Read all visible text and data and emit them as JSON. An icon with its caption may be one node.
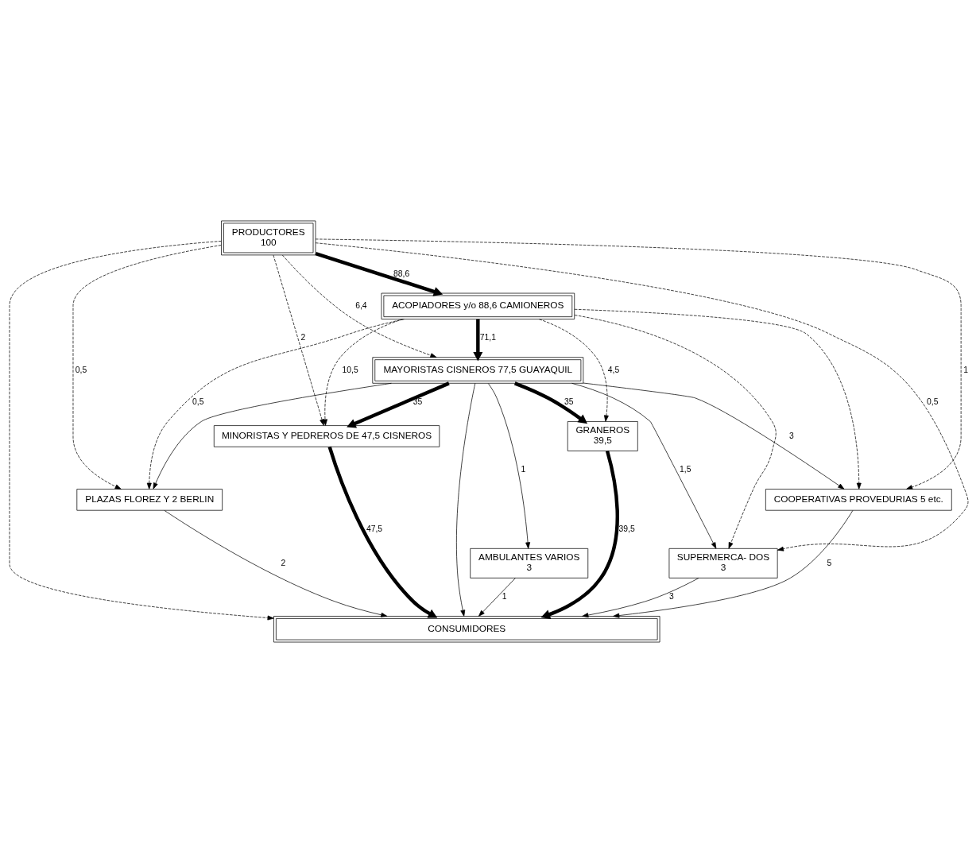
{
  "diagram": {
    "nodes": [
      {
        "text": [
          "PRODUCTORES",
          "100"
        ]
      },
      {
        "text": [
          "ACOPIADORES y/o 88,6 CAMIONEROS"
        ]
      },
      {
        "text": [
          "MAYORISTAS CISNEROS 77,5 GUAYAQUIL"
        ]
      },
      {
        "text": [
          "GRANEROS",
          "39,5"
        ]
      },
      {
        "text": [
          "MINORISTAS Y PEDREROS DE 47,5 CISNEROS"
        ]
      },
      {
        "text": [
          "COOPERATIVAS PROVEDURIAS 5 etc."
        ]
      },
      {
        "text": [
          "PLAZAS FLOREZ Y 2 BERLIN"
        ]
      },
      {
        "text": [
          "SUPERMERCA- DOS",
          "3"
        ]
      },
      {
        "text": [
          "AMBULANTES VARIOS",
          "3"
        ]
      },
      {
        "text": [
          "CONSUMIDORES"
        ]
      }
    ],
    "edges": [
      {
        "from": 0,
        "to": 9,
        "arrow": "to",
        "style": "dashed"
      },
      {
        "from": 0,
        "to": 7,
        "label": "0,5",
        "arrow": "to",
        "style": "dashed"
      },
      {
        "from": 0,
        "to": 5,
        "label": "1",
        "arrow": "to",
        "style": "dashed"
      },
      {
        "from": 0,
        "to": 1,
        "label": "88,6",
        "arrow": "to",
        "style": "thick"
      },
      {
        "from": 0,
        "to": 2,
        "label": "6,4",
        "arrow": "to",
        "style": "dashed"
      },
      {
        "from": 0,
        "to": 4,
        "label": "2",
        "arrow": "to",
        "style": "dashed"
      },
      {
        "from": 0,
        "to": 6,
        "label": "0,5",
        "arrow": "to",
        "style": "dashed"
      },
      {
        "from": 1,
        "to": 7,
        "arrow": "to",
        "style": "dashed"
      },
      {
        "from": 1,
        "to": 5,
        "arrow": "to",
        "style": "dashed"
      },
      {
        "from": 1,
        "to": 3,
        "label": "4,5",
        "arrow": "to",
        "style": "dashed"
      },
      {
        "from": 1,
        "to": 2,
        "label": "71,1",
        "arrow": "to",
        "style": "thick"
      },
      {
        "from": 1,
        "to": 4,
        "label": "10,5",
        "arrow": "to",
        "style": "dashed"
      },
      {
        "from": 1,
        "to": 6,
        "label": "0,5",
        "arrow": "to",
        "style": "dashed"
      },
      {
        "from": 2,
        "to": 3,
        "label": "35",
        "arrow": "to",
        "style": "thick"
      },
      {
        "from": 2,
        "to": 4,
        "label": "35",
        "arrow": "to",
        "style": "thick"
      },
      {
        "from": 2,
        "to": 5,
        "label": "3",
        "arrow": "to"
      },
      {
        "from": 2,
        "to": 6,
        "arrow": "to"
      },
      {
        "from": 2,
        "to": 7,
        "label": "1,5",
        "arrow": "to"
      },
      {
        "from": 2,
        "to": 8,
        "label": "1",
        "arrow": "to"
      },
      {
        "from": 2,
        "to": 9,
        "arrow": "to"
      },
      {
        "from": 3,
        "to": 9,
        "label": "39,5",
        "arrow": "to",
        "style": "thick"
      },
      {
        "from": 4,
        "to": 9,
        "label": "47,5",
        "arrow": "to",
        "style": "thick"
      },
      {
        "from": 5,
        "to": 9,
        "label": "5",
        "arrow": "to"
      },
      {
        "from": 6,
        "to": 9,
        "label": "2",
        "arrow": "to"
      },
      {
        "from": 7,
        "to": 9,
        "label": "3",
        "arrow": "to"
      },
      {
        "from": 8,
        "to": 9,
        "label": "1",
        "arrow": "to"
      }
    ]
  }
}
